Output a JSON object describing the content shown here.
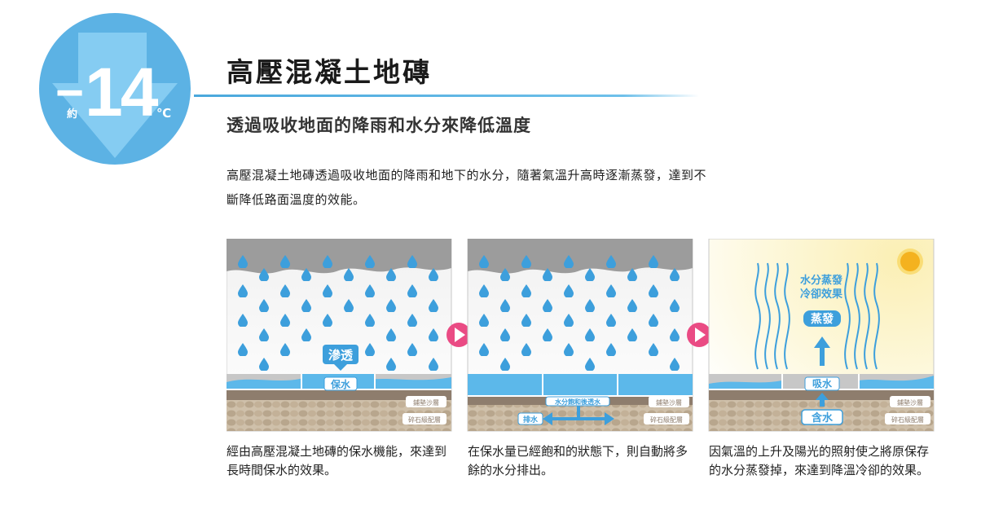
{
  "badge": {
    "sign": "−",
    "number": "14",
    "prefix": "約",
    "unit": "℃",
    "colors": {
      "circle": "#5cb2e4",
      "arrow": "#7cc6f0"
    }
  },
  "title": "高壓混凝土地磚",
  "subtitle": "透過吸收地面的降雨和水分來降低溫度",
  "description": "高壓混凝土地磚透過吸收地面的降雨和地下的水分，隨著氣溫升高時逐漸蒸發，達到不斷降低路面溫度的效能。",
  "panels": [
    {
      "id": "retain",
      "callouts": [
        "滲透",
        "保水"
      ],
      "layer_labels": [
        "鋪墊沙層",
        "碎石級配層"
      ],
      "caption": "經由高壓混凝土地磚的保水機能，來達到長時間保水的效果。"
    },
    {
      "id": "drain",
      "callouts": [
        "水分飽和後透水",
        "排水"
      ],
      "layer_labels": [
        "鋪墊沙層",
        "碎石級配層"
      ],
      "caption": "在保水量已經飽和的狀態下，則自動將多餘的水分排出。"
    },
    {
      "id": "evaporate",
      "callouts": [
        "水分蒸發",
        "冷卻效果",
        "蒸發",
        "吸水",
        "含水"
      ],
      "layer_labels": [
        "鋪墊沙層",
        "碎石級配層"
      ],
      "caption": "因氣溫的上升及陽光的照射使之將原保存的水分蒸發掉，來達到降溫冷卻的效果。"
    }
  ],
  "colors": {
    "accent": "#39a0e0",
    "water": "#5cb8ea",
    "drop": "#3d9fdc",
    "cloud": "#9a9a9a",
    "sand": "#8e7d6d",
    "gravel": "#c9b9a3",
    "arrow_pink": "#ea4b84",
    "sun": "#f4b21f"
  },
  "icons": [
    "thermometer-arrow-icon",
    "raindrop-icon",
    "cloud-icon",
    "play-arrow-icon",
    "sun-icon",
    "steam-icon",
    "up-arrow-icon",
    "double-arrow-icon"
  ]
}
